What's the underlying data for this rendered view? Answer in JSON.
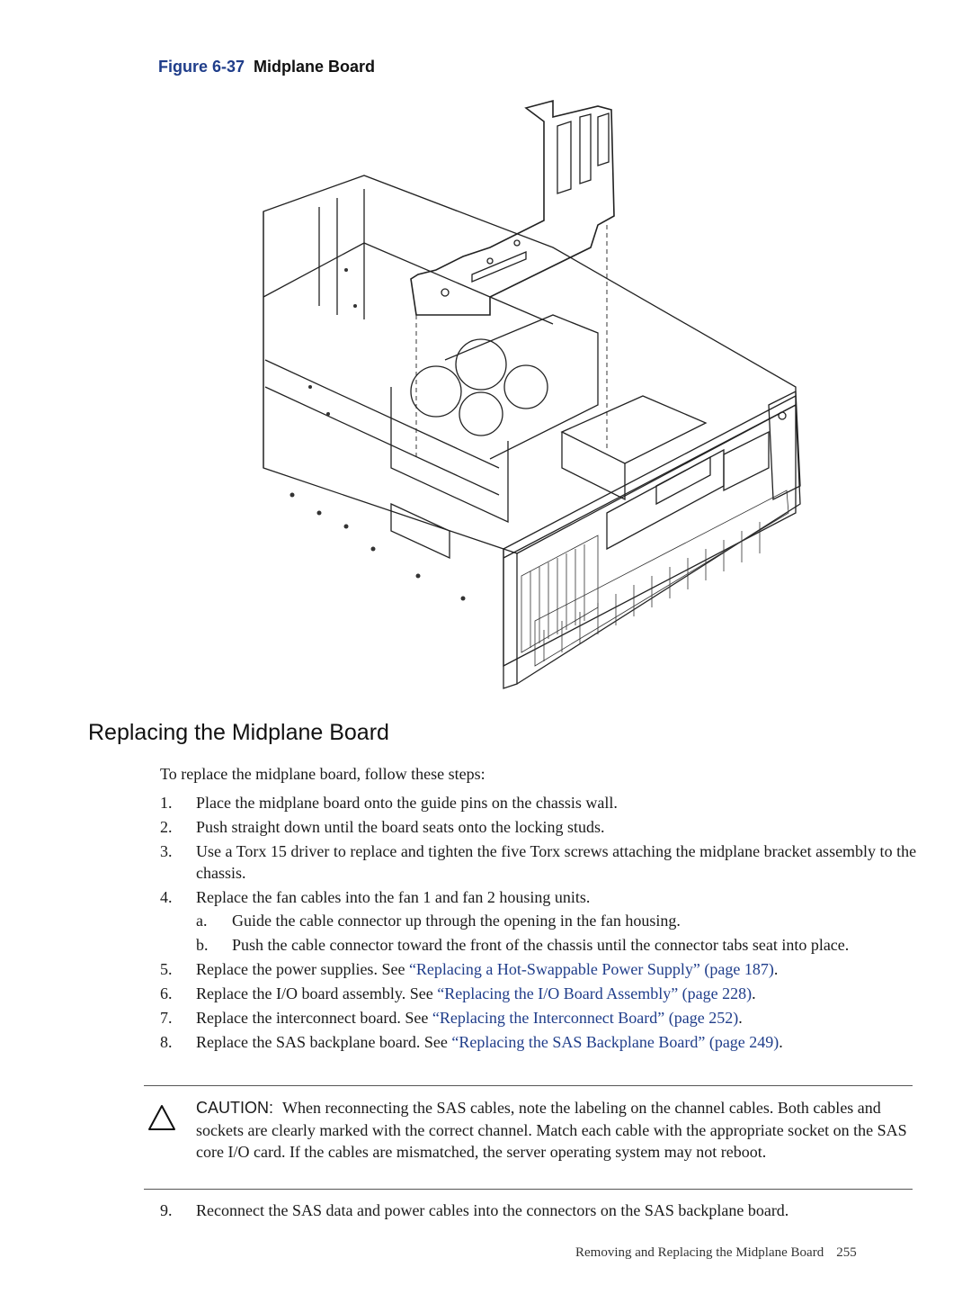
{
  "figure": {
    "label": "Figure 6-37",
    "title": "Midplane Board"
  },
  "section": {
    "heading": "Replacing the Midplane Board",
    "intro": "To replace the midplane board, follow these steps:"
  },
  "steps": [
    {
      "num": "1.",
      "text": "Place the midplane board onto the guide pins on the chassis wall."
    },
    {
      "num": "2.",
      "text": "Push straight down until the board seats onto the locking studs."
    },
    {
      "num": "3.",
      "text": "Use a Torx 15 driver to replace and tighten the five Torx screws attaching the midplane bracket assembly to the chassis."
    },
    {
      "num": "4.",
      "text": "Replace the fan cables into the fan 1 and fan 2 housing units."
    },
    {
      "num": "5.",
      "text": "Replace the power supplies. See ",
      "link": "“Replacing a Hot-Swappable Power Supply” (page 187)",
      "tail": "."
    },
    {
      "num": "6.",
      "text": "Replace the I/O board assembly. See ",
      "link": "“Replacing the I/O Board Assembly” (page 228)",
      "tail": "."
    },
    {
      "num": "7.",
      "text": "Replace the interconnect board. See ",
      "link": "“Replacing the Interconnect Board” (page 252)",
      "tail": "."
    },
    {
      "num": "8.",
      "text": "Replace the SAS backplane board. See ",
      "link": "“Replacing the SAS Backplane Board” (page 249)",
      "tail": "."
    }
  ],
  "substeps": [
    {
      "num": "a.",
      "text": "Guide the cable connector up through the opening in the fan housing."
    },
    {
      "num": "b.",
      "text": "Push the cable connector toward the front of the chassis until the connector tabs seat into place."
    }
  ],
  "caution": {
    "label": "CAUTION:",
    "text": "When reconnecting the SAS cables, note the labeling on the channel cables. Both cables and sockets are clearly marked with the correct channel. Match each cable with the appropriate socket on the SAS core I/O card. If the cables are mismatched, the server operating system may not reboot.",
    "icon": "caution-triangle-icon"
  },
  "step9": {
    "num": "9.",
    "text": "Reconnect the SAS data and power cables into the connectors on the SAS backplane board."
  },
  "footer": {
    "title": "Removing and Replacing the Midplane Board",
    "page": "255"
  }
}
